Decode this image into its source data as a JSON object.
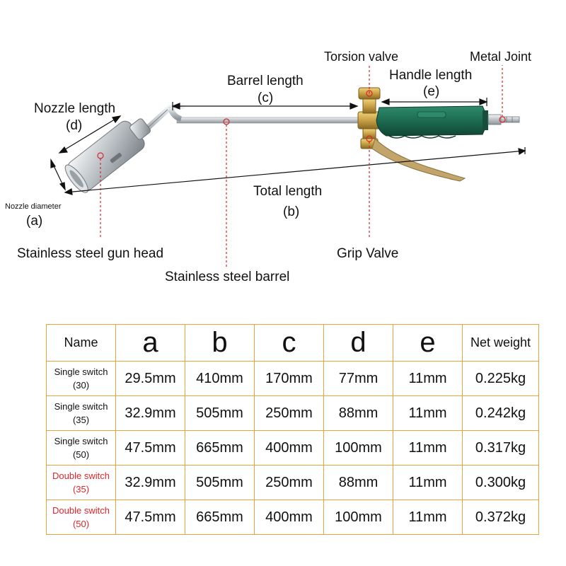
{
  "labels": {
    "torsion_valve": "Torsion valve",
    "metal_joint": "Metal Joint",
    "barrel_length": "Barrel length",
    "barrel_length_var": "(c)",
    "handle_length": "Handle length",
    "handle_length_var": "(e)",
    "nozzle_length": "Nozzle length",
    "nozzle_length_var": "(d)",
    "total_length": "Total length",
    "total_length_var": "(b)",
    "nozzle_diameter": "Nozzle diameter",
    "nozzle_diameter_var": "(a)",
    "gun_head": "Stainless steel gun head",
    "barrel": "Stainless steel barrel",
    "grip_valve": "Grip Valve"
  },
  "table": {
    "headers": [
      "Name",
      "a",
      "b",
      "c",
      "d",
      "e",
      "Net weight"
    ],
    "rows": [
      {
        "name1": "Single switch",
        "name2": "(30)",
        "highlight": false,
        "a": "29.5mm",
        "b": "410mm",
        "c": "170mm",
        "d": "77mm",
        "e": "11mm",
        "w": "0.225kg"
      },
      {
        "name1": "Single switch",
        "name2": "(35)",
        "highlight": false,
        "a": "32.9mm",
        "b": "505mm",
        "c": "250mm",
        "d": "88mm",
        "e": "11mm",
        "w": "0.242kg"
      },
      {
        "name1": "Single switch",
        "name2": "(50)",
        "highlight": false,
        "a": "47.5mm",
        "b": "665mm",
        "c": "400mm",
        "d": "100mm",
        "e": "11mm",
        "w": "0.317kg"
      },
      {
        "name1": "Double switch",
        "name2": "(35)",
        "highlight": true,
        "a": "32.9mm",
        "b": "505mm",
        "c": "250mm",
        "d": "88mm",
        "e": "11mm",
        "w": "0.300kg"
      },
      {
        "name1": "Double switch",
        "name2": "(50)",
        "highlight": true,
        "a": "47.5mm",
        "b": "665mm",
        "c": "400mm",
        "d": "100mm",
        "e": "11mm",
        "w": "0.372kg"
      }
    ]
  },
  "colors": {
    "table_border": "#e8a33c",
    "highlight_text": "#e0262a",
    "callout_red": "#d9262e",
    "handle_green": "#1f6b52",
    "brass": "#c9a146",
    "steel": "#c8cdd0"
  }
}
